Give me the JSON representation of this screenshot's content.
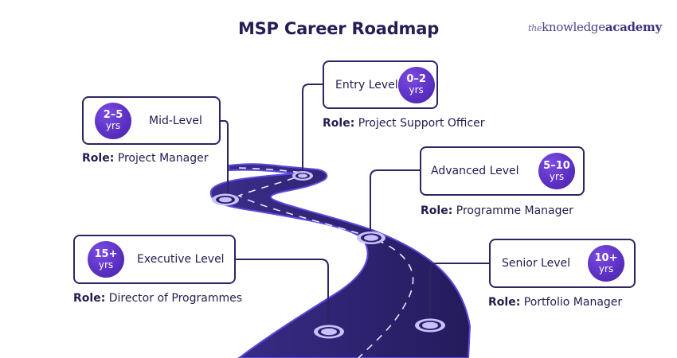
{
  "header": {
    "title": "MSP Career Roadmap",
    "logo": {
      "the": "the",
      "knowledge": "knowledge",
      "academy": "academy"
    }
  },
  "colors": {
    "road": "#2b2166",
    "road_edge": "#5a48d8",
    "badge": "#5a2fc2",
    "marker": "#c9c0ff",
    "text": "#231c4f"
  },
  "role_prefix": "Role:",
  "stages": [
    {
      "id": "entry",
      "level": "Entry Level",
      "years_top": "0–2",
      "years_bottom": "yrs",
      "role": "Project Support Officer"
    },
    {
      "id": "mid",
      "level": "Mid-Level",
      "years_top": "2–5",
      "years_bottom": "yrs",
      "role": "Project Manager"
    },
    {
      "id": "advanced",
      "level": "Advanced Level",
      "years_top": "5–10",
      "years_bottom": "yrs",
      "role": "Programme Manager"
    },
    {
      "id": "executive",
      "level": "Executive Level",
      "years_top": "15+",
      "years_bottom": "yrs",
      "role": "Director of Programmes"
    },
    {
      "id": "senior",
      "level": "Senior Level",
      "years_top": "10+",
      "years_bottom": "yrs",
      "role": "Portfolio Manager"
    }
  ]
}
